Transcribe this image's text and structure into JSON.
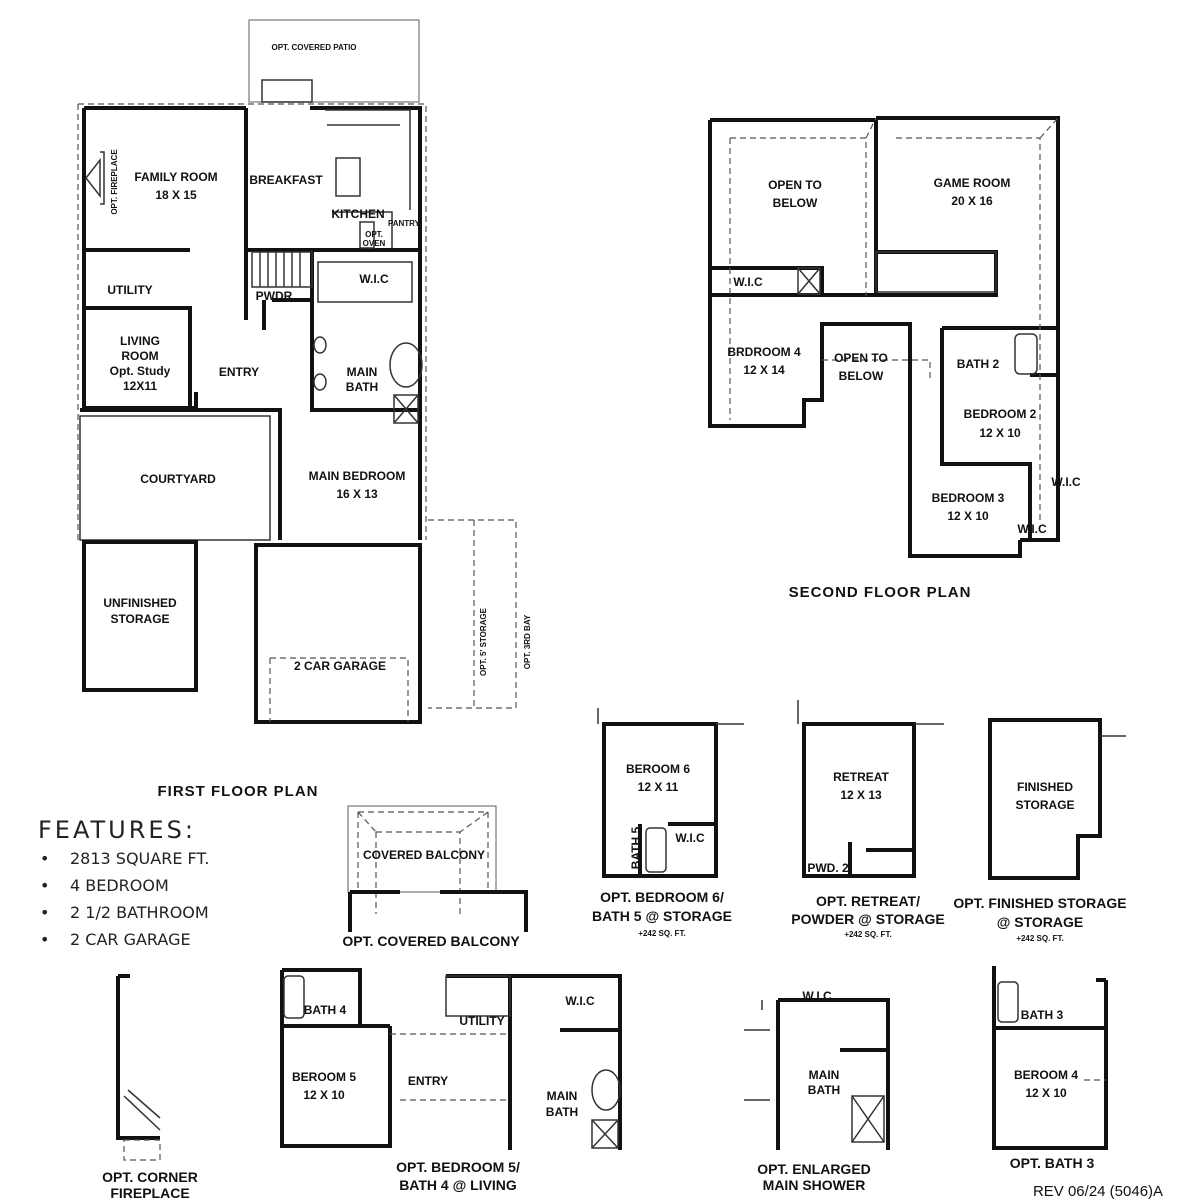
{
  "first_floor": {
    "title": "FIRST FLOOR PLAN",
    "covered_patio": "OPT. COVERED PATIO",
    "family_room": "FAMILY ROOM",
    "family_room_size": "18 X 15",
    "fireplace": "OPT. FIREPLACE",
    "breakfast": "BREAKFAST",
    "kitchen": "KITCHEN",
    "pantry": "PANTRY",
    "opt_oven_1": "OPT.",
    "opt_oven_2": "OVEN",
    "utility": "UTILITY",
    "pwdr": "PWDR",
    "wic": "W.I.C",
    "living_1": "LIVING",
    "living_2": "ROOM",
    "living_3": "Opt. Study",
    "living_size": "12X11",
    "entry": "ENTRY",
    "main_bath_1": "MAIN",
    "main_bath_2": "BATH",
    "courtyard": "COURTYARD",
    "main_bedroom": "MAIN BEDROOM",
    "main_bedroom_size": "16 X 13",
    "unfinished_1": "UNFINISHED",
    "unfinished_2": "STORAGE",
    "garage": "2 CAR GARAGE",
    "opt_storage": "OPT. 5' STORAGE",
    "opt_bay": "OPT. 3RD BAY"
  },
  "second_floor": {
    "title": "SECOND FLOOR PLAN",
    "open_below_1": "OPEN TO",
    "open_below_2": "BELOW",
    "game_room": "GAME ROOM",
    "game_room_size": "20  X 16",
    "wic": "W.I.C",
    "bedroom4": "BRDROOM 4",
    "bedroom4_size": "12 X 14",
    "bath2": "BATH 2",
    "bedroom2": "BEDROOM 2",
    "bedroom2_size": "12 X 10",
    "bedroom3": "BEDROOM 3",
    "bedroom3_size": "12 X 10",
    "wic2": "W.I.C",
    "wic3": "W.I.C"
  },
  "features": {
    "heading": "FEATURES:",
    "items": [
      "2813 SQUARE FT.",
      "4 BEDROOM",
      "2 1/2 BATHROOM",
      "2 CAR GARAGE"
    ]
  },
  "options": {
    "balcony_label": "COVERED BALCONY",
    "balcony_caption": "OPT. COVERED BALCONY",
    "bed6_room": "BEROOM 6",
    "bed6_size": "12 X 11",
    "bath5": "BATH 5",
    "bed6_wic": "W.I.C",
    "bed6_caption_1": "OPT. BEDROOM 6/",
    "bed6_caption_2": "BATH 5 @ STORAGE",
    "bed6_sqft": "+242 SQ. FT.",
    "retreat_room": "RETREAT",
    "retreat_size": "12 X 13",
    "retreat_pwd": "PWD. 2",
    "retreat_caption_1": "OPT. RETREAT/",
    "retreat_caption_2": "POWDER @ STORAGE",
    "retreat_sqft": "+242 SQ. FT.",
    "finished_1": "FINISHED",
    "finished_2": "STORAGE",
    "finished_caption_1": "OPT. FINISHED STORAGE",
    "finished_caption_2": "@ STORAGE",
    "finished_sqft": "+242 SQ. FT.",
    "fireplace_caption_1": "OPT. CORNER",
    "fireplace_caption_2": "FIREPLACE",
    "bed5_bath4": "BATH 4",
    "bed5_room": "BEROOM 5",
    "bed5_size": "12 X 10",
    "bed5_entry": "ENTRY",
    "bed5_utility": "UTILITY",
    "bed5_wic": "W.I.C",
    "bed5_main_1": "MAIN",
    "bed5_main_2": "BATH",
    "bed5_caption_1": "OPT. BEDROOM 5/",
    "bed5_caption_2": "BATH 4 @ LIVING",
    "shower_wic": "W.I.C",
    "shower_main_1": "MAIN",
    "shower_main_2": "BATH",
    "shower_caption_1": "OPT. ENLARGED",
    "shower_caption_2": "MAIN SHOWER",
    "bath3": "BATH 3",
    "bath3_bedroom": "BEROOM 4",
    "bath3_size": "12 X 10",
    "bath3_caption": "OPT. BATH 3"
  },
  "revision": "REV 06/24 (5046)A"
}
